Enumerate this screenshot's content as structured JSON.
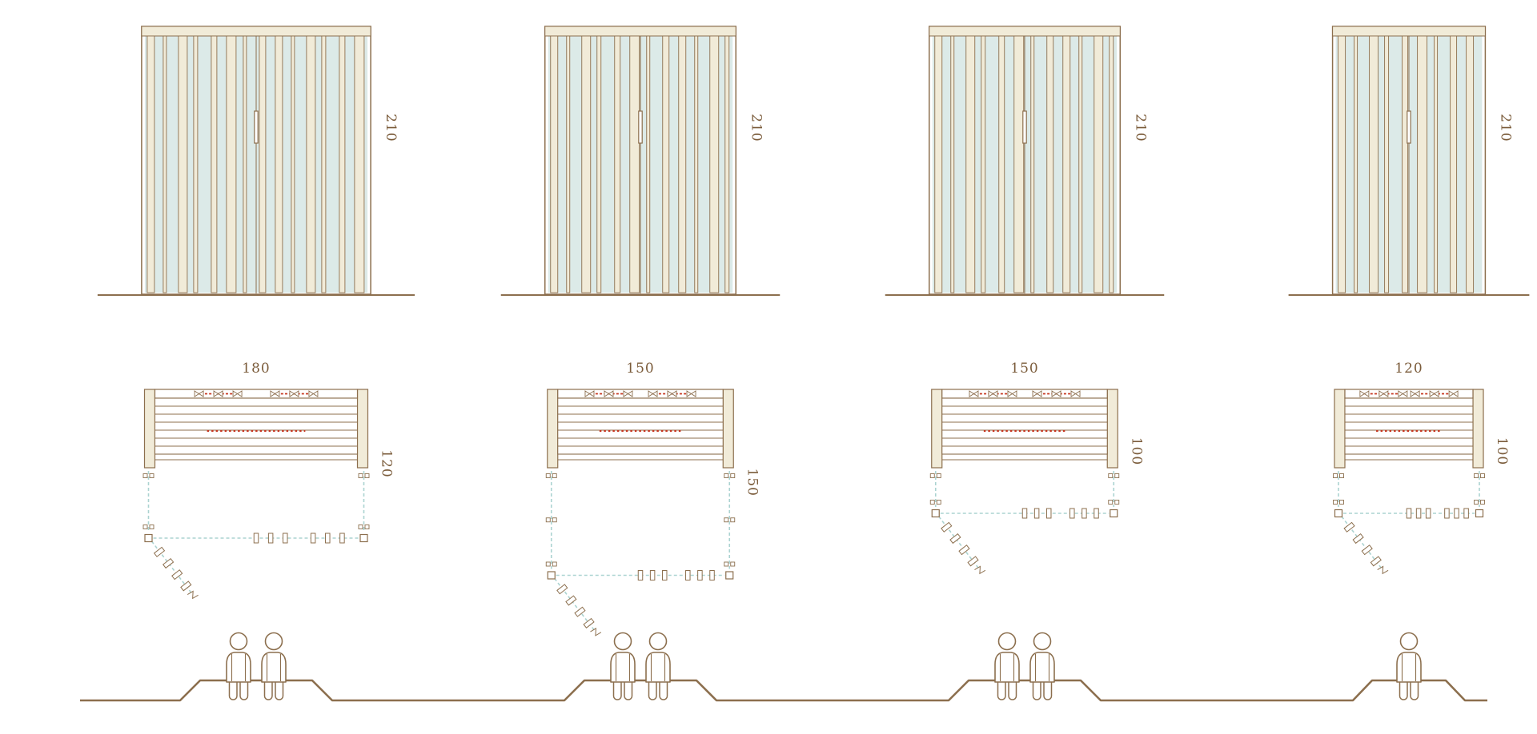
{
  "colors": {
    "line": "#8c6f4e",
    "label": "#7b5c3b",
    "glass": "#dceae8",
    "glass_dash": "#abd3d1",
    "wood": "#f1ebd8",
    "red": "#c5351e",
    "background": "#ffffff"
  },
  "models": [
    {
      "id": "cabin-180x120",
      "height_label": "210",
      "width_label": "180",
      "depth_label": "120",
      "seats": 2
    },
    {
      "id": "cabin-150x150",
      "height_label": "210",
      "width_label": "150",
      "depth_label": "150",
      "seats": 2
    },
    {
      "id": "cabin-150x100",
      "height_label": "210",
      "width_label": "150",
      "depth_label": "100",
      "seats": 2
    },
    {
      "id": "cabin-120x100",
      "height_label": "210",
      "width_label": "120",
      "depth_label": "100",
      "seats": 1
    }
  ]
}
